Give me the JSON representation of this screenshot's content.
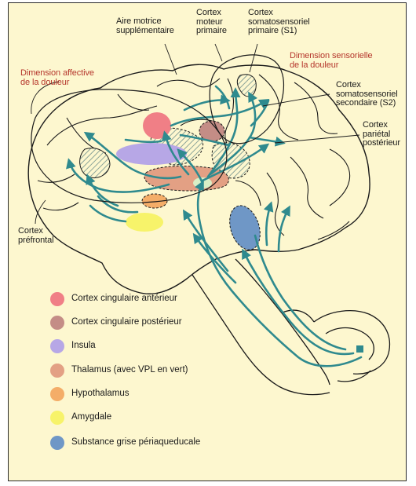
{
  "labels": {
    "aire_motrice": [
      "Aire motrice",
      "supplémentaire"
    ],
    "cortex_moteur": [
      "Cortex",
      "moteur",
      "primaire"
    ],
    "cortex_somato_s1": [
      "Cortex",
      "somatosensoriel",
      "primaire (S1)"
    ],
    "dim_sensorielle": [
      "Dimension sensorielle",
      "de la douleur"
    ],
    "dim_affective": [
      "Dimension affective",
      "de la douleur"
    ],
    "cortex_somato_s2": [
      "Cortex",
      "somatosensoriel",
      "secondaire (S2)"
    ],
    "cortex_parietal": [
      "Cortex",
      "pariétal",
      "postérieur"
    ],
    "cortex_prefrontal": [
      "Cortex",
      "préfrontal"
    ]
  },
  "legend": [
    {
      "label": "Cortex cingulaire antérieur",
      "color": "#f07f86"
    },
    {
      "label": "Cortex cingulaire postérieur",
      "color": "#c48d86"
    },
    {
      "label": "Insula",
      "color": "#b7a7e6"
    },
    {
      "label": "Thalamus (avec VPL en vert)",
      "color": "#e3a084"
    },
    {
      "label": "Hypothalamus",
      "color": "#f4ad68"
    },
    {
      "label": "Amygdale",
      "color": "#f7f36a"
    },
    {
      "label": "Substance grise périaqueducale",
      "color": "#6f97c6"
    }
  ],
  "colors": {
    "background": "#fdf7cf",
    "pathway": "#2f8a8e",
    "outline": "#1a1a1a",
    "accent_red": "#b5362c"
  }
}
